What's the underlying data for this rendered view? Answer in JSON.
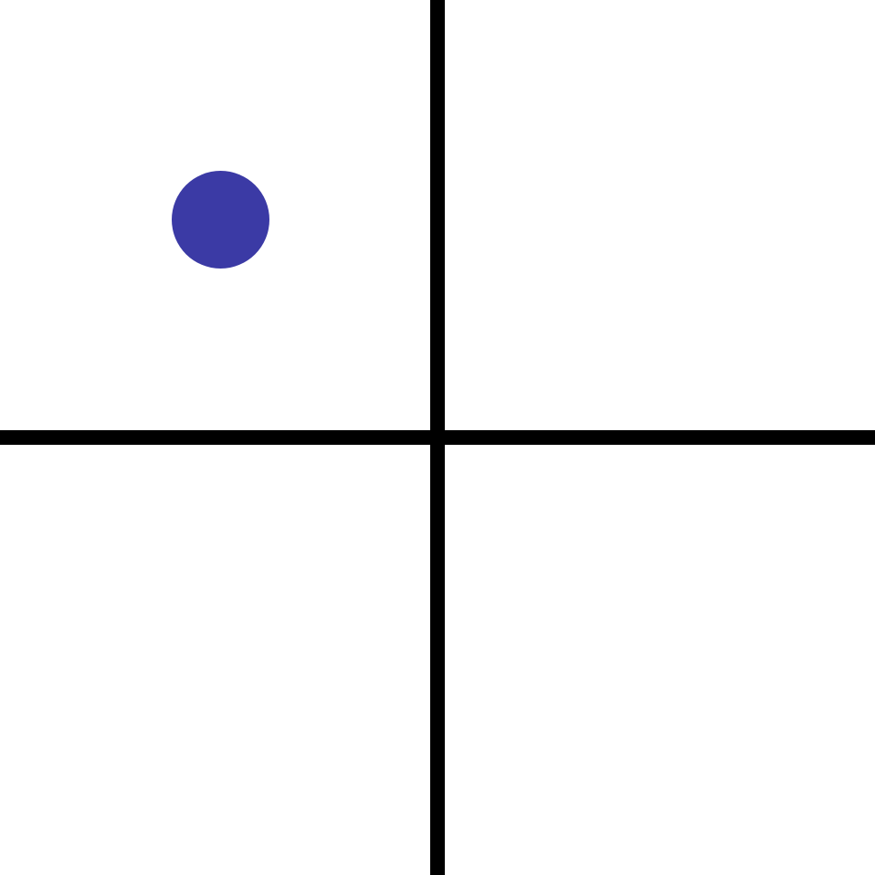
{
  "diagram": {
    "type": "quadrant-grid",
    "quadrants": [
      "top-left",
      "top-right",
      "bottom-left",
      "bottom-right"
    ],
    "marker": {
      "quadrant": "top-left",
      "shape": "circle",
      "color": "#3b3aa5"
    },
    "colors": {
      "background": "#ffffff",
      "axis": "#000000"
    }
  }
}
